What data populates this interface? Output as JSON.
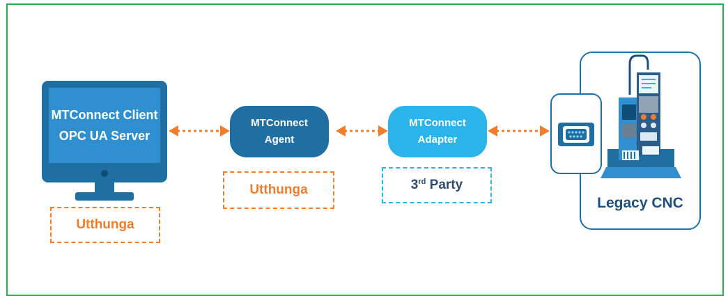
{
  "client": {
    "line1": "MTConnect Client",
    "line2": "OPC UA Server",
    "tag": "Utthunga"
  },
  "agent": {
    "line1": "MTConnect",
    "line2": "Agent",
    "tag": "Utthunga"
  },
  "adapter": {
    "line1": "MTConnect",
    "line2": "Adapter",
    "tag_prefix": "3",
    "tag_sup": "rd",
    "tag_suffix": " Party"
  },
  "cnc": {
    "label": "Legacy CNC"
  },
  "colors": {
    "frame": "#22b24c",
    "dark_blue": "#1f6fa3",
    "light_blue": "#2ab4ea",
    "orange": "#f07c2e"
  }
}
